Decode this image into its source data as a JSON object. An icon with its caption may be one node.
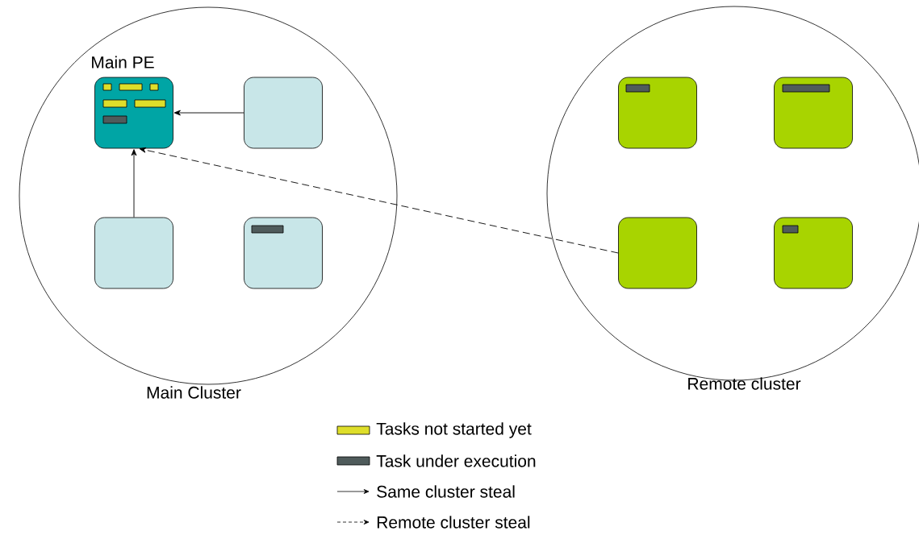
{
  "diagram": {
    "nodes": [
      {
        "text": [
          "Main Cluster"
        ]
      },
      {
        "text": [
          "Main PE"
        ],
        "in": 0
      },
      {
        "text": [],
        "shape": "box",
        "in": 0
      },
      {
        "text": [],
        "shape": "box",
        "in": 0
      },
      {
        "text": [],
        "shape": "box",
        "in": 0
      },
      {
        "text": [
          "Remote cluster"
        ]
      },
      {
        "text": [],
        "shape": "box",
        "in": 5
      },
      {
        "text": [],
        "shape": "box",
        "in": 5
      },
      {
        "text": [],
        "shape": "box",
        "in": 5
      },
      {
        "text": [],
        "shape": "box",
        "in": 5
      }
    ],
    "edges": [
      {
        "from": 2,
        "to": 1,
        "arrow": "to"
      },
      {
        "from": 3,
        "to": 1,
        "arrow": "to"
      },
      {
        "from": 8,
        "to": 1,
        "arrow": "to",
        "style": "dashed"
      }
    ],
    "legend": [
      {
        "text": "Tasks not started yet",
        "color": "#dede2a"
      },
      {
        "text": "Task under execution",
        "color": "#4f5b5b"
      },
      {
        "text": "Same cluster steal"
      },
      {
        "text": "Remote cluster steal"
      }
    ]
  }
}
